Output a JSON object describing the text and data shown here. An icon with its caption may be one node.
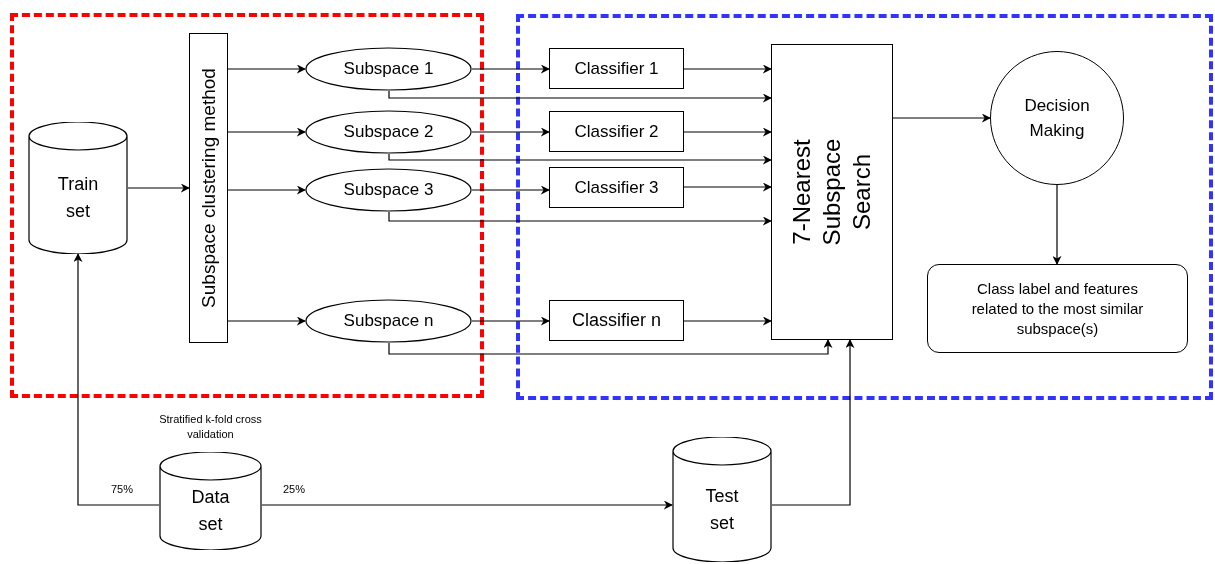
{
  "diagram": {
    "nodes": [
      {
        "text": [],
        "shape": "box"
      },
      {
        "text": [],
        "shape": "box"
      },
      {
        "text": [
          "Train set"
        ],
        "in": 0
      },
      {
        "text": [
          "Subspace clustering method"
        ],
        "in": 0
      },
      {
        "text": [
          "Subspace 1"
        ],
        "in": 0
      },
      {
        "text": [
          "Subspace 2"
        ],
        "in": 0
      },
      {
        "text": [
          "Subspace 3"
        ],
        "in": 0
      },
      {
        "text": [
          "Subspace n"
        ],
        "in": 0
      },
      {
        "text": [
          "Classifier 1"
        ],
        "in": 1
      },
      {
        "text": [
          "Classifier 2"
        ],
        "in": 1
      },
      {
        "text": [
          "Classifier 3"
        ],
        "in": 1
      },
      {
        "text": [
          "Classifier n"
        ],
        "in": 1
      },
      {
        "text": [
          "7-Nearest Subspace Search"
        ],
        "in": 1
      },
      {
        "text": [
          "Decision Making"
        ],
        "in": 1
      },
      {
        "text": [
          "Class label and features related to the most similar subspace(s)"
        ],
        "in": 1
      },
      {
        "text": [
          "Data set"
        ],
        "beside": [
          "Stratified k-fold cross validation"
        ]
      },
      {
        "text": [
          "Test set"
        ]
      }
    ],
    "edges": [
      {
        "from": 2,
        "to": 3,
        "arrow": "to"
      },
      {
        "from": 3,
        "to": 4,
        "arrow": "to"
      },
      {
        "from": 3,
        "to": 5,
        "arrow": "to"
      },
      {
        "from": 3,
        "to": 6,
        "arrow": "to"
      },
      {
        "from": 3,
        "to": 7,
        "arrow": "to"
      },
      {
        "from": 4,
        "to": 8,
        "arrow": "to"
      },
      {
        "from": 5,
        "to": 9,
        "arrow": "to"
      },
      {
        "from": 6,
        "to": 10,
        "arrow": "to"
      },
      {
        "from": 7,
        "to": 11,
        "arrow": "to"
      },
      {
        "from": 8,
        "to": 12,
        "arrow": "to"
      },
      {
        "from": 9,
        "to": 12,
        "arrow": "to"
      },
      {
        "from": 10,
        "to": 12,
        "arrow": "to"
      },
      {
        "from": 11,
        "to": 12,
        "arrow": "to"
      },
      {
        "from": 4,
        "to": 12,
        "arrow": "to"
      },
      {
        "from": 5,
        "to": 12,
        "arrow": "to"
      },
      {
        "from": 6,
        "to": 12,
        "arrow": "to"
      },
      {
        "from": 7,
        "to": 12,
        "arrow": "to"
      },
      {
        "from": 12,
        "to": 13,
        "arrow": "to"
      },
      {
        "from": 13,
        "to": 14,
        "arrow": "to"
      },
      {
        "from": 15,
        "to": 2,
        "arrow": "to",
        "label": "75%"
      },
      {
        "from": 15,
        "to": 16,
        "arrow": "to",
        "label": "25%"
      },
      {
        "from": 16,
        "to": 12,
        "arrow": "to"
      }
    ]
  }
}
